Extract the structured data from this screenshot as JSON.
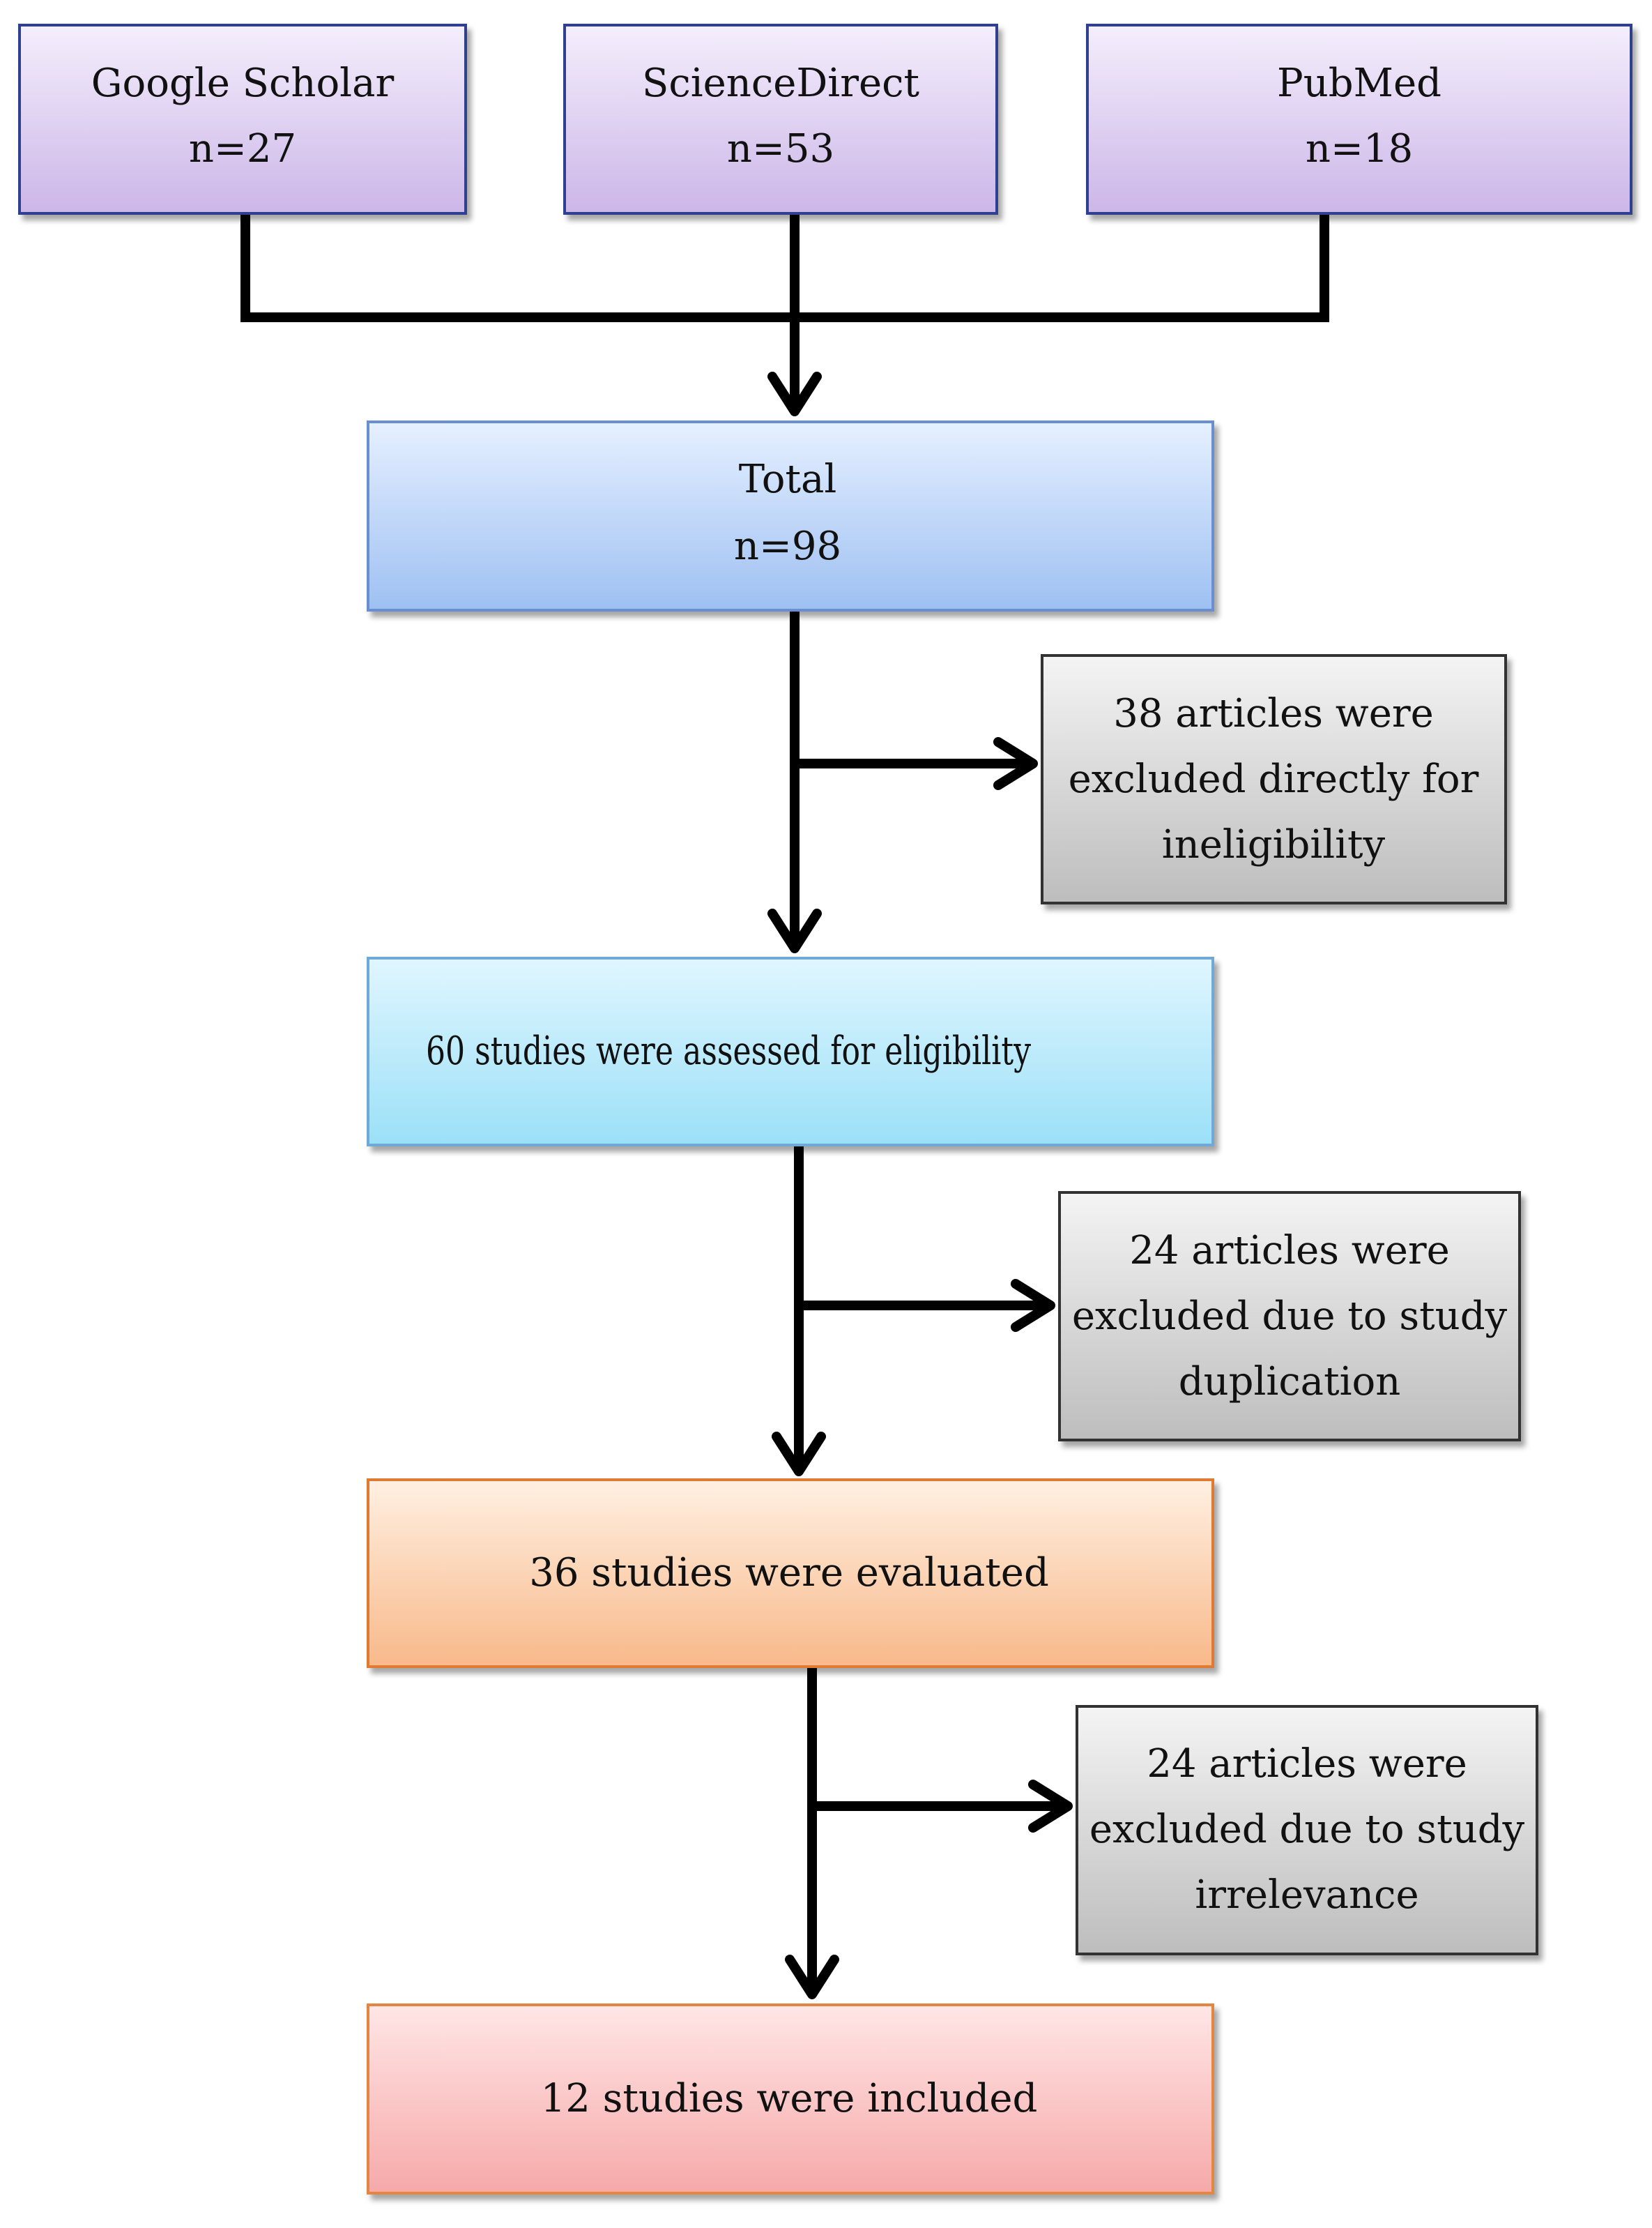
{
  "sources": [
    {
      "name": "Google Scholar",
      "count": "n=27"
    },
    {
      "name": "ScienceDirect",
      "count": "n=53"
    },
    {
      "name": "PubMed",
      "count": "n=18"
    }
  ],
  "total": {
    "label": "Total",
    "count": "n=98"
  },
  "exclusion_1": {
    "line1": "38 articles were",
    "line2": "excluded directly for",
    "line3": "ineligibility"
  },
  "assessed": {
    "label": "60 studies were assessed for eligibility"
  },
  "exclusion_2": {
    "line1": "24 articles were",
    "line2": "excluded due to study",
    "line3": "duplication"
  },
  "evaluated": {
    "label": "36 studies were evaluated"
  },
  "exclusion_3": {
    "line1": "24 articles were",
    "line2": "excluded due to study",
    "line3": "irrelevance"
  },
  "included": {
    "label": "12 studies were included"
  },
  "colors": {
    "source_fill_top": "#f4eefc",
    "source_fill_bottom": "#ccb6e8",
    "source_border": "#2f3f8f",
    "total_fill_top": "#e6f0ff",
    "total_fill_bottom": "#9ec0f2",
    "total_border": "#6b8fd0",
    "assessed_fill_top": "#e0f6ff",
    "assessed_fill_bottom": "#9be0f7",
    "assessed_border": "#6fa8d8",
    "excluded_fill_top": "#f4f4f4",
    "excluded_fill_bottom": "#bdbdbd",
    "excluded_border": "#333333",
    "evaluated_fill_top": "#fff0e2",
    "evaluated_fill_bottom": "#f8b98a",
    "evaluated_border": "#e07a30",
    "included_fill_top": "#ffe6e6",
    "included_fill_bottom": "#f6a9a9",
    "included_border": "#e5863f"
  }
}
